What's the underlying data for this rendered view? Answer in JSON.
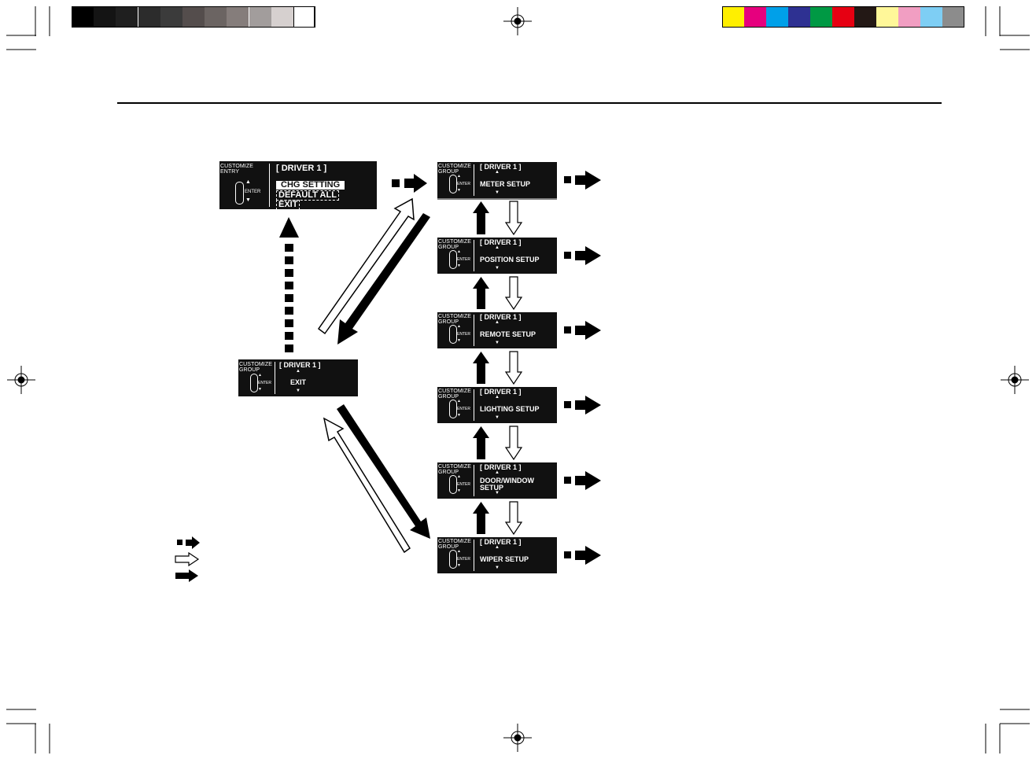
{
  "color_bar": {
    "grays": [
      "#000000",
      "#141414",
      "#1f1f1f",
      "#2c2c2c",
      "#3b3b3b",
      "#544d4c",
      "#6b6462",
      "#857d7b",
      "#a29d9c",
      "#d6d0cf",
      "#ffffff"
    ],
    "colors": [
      "#ffef00",
      "#e6007e",
      "#00a0e9",
      "#2e3192",
      "#009944",
      "#e60012",
      "#231815",
      "#fff799",
      "#f19ec2",
      "#7ecef4",
      "#8c8c8c"
    ]
  },
  "entry_screen": {
    "side_label": "CUSTOMIZE\nENTRY",
    "header": "[ DRIVER 1 ]",
    "enter_label": "ENTER",
    "items": [
      "CHG SETTING",
      "DEFAULT ALL",
      "EXIT"
    ]
  },
  "exit_screen": {
    "side_label": "CUSTOMIZE\nGROUP",
    "header": "[ DRIVER 1 ]",
    "enter_label": "ENTER",
    "item": "EXIT"
  },
  "group_screens": [
    {
      "side_label": "CUSTOMIZE\nGROUP",
      "header": "[ DRIVER 1 ]",
      "enter_label": "ENTER",
      "item": "METER SETUP"
    },
    {
      "side_label": "CUSTOMIZE\nGROUP",
      "header": "[ DRIVER 1 ]",
      "enter_label": "ENTER",
      "item": "POSITION SETUP"
    },
    {
      "side_label": "CUSTOMIZE\nGROUP",
      "header": "[ DRIVER 1 ]",
      "enter_label": "ENTER",
      "item": "REMOTE SETUP"
    },
    {
      "side_label": "CUSTOMIZE\nGROUP",
      "header": "[ DRIVER 1 ]",
      "enter_label": "ENTER",
      "item": "LIGHTING SETUP"
    },
    {
      "side_label": "CUSTOMIZE\nGROUP",
      "header": "[ DRIVER 1 ]",
      "enter_label": "ENTER",
      "item": "DOOR/WINDOW\nSETUP"
    },
    {
      "side_label": "CUSTOMIZE\nGROUP",
      "header": "[ DRIVER 1 ]",
      "enter_label": "ENTER",
      "item": "WIPER SETUP"
    }
  ]
}
